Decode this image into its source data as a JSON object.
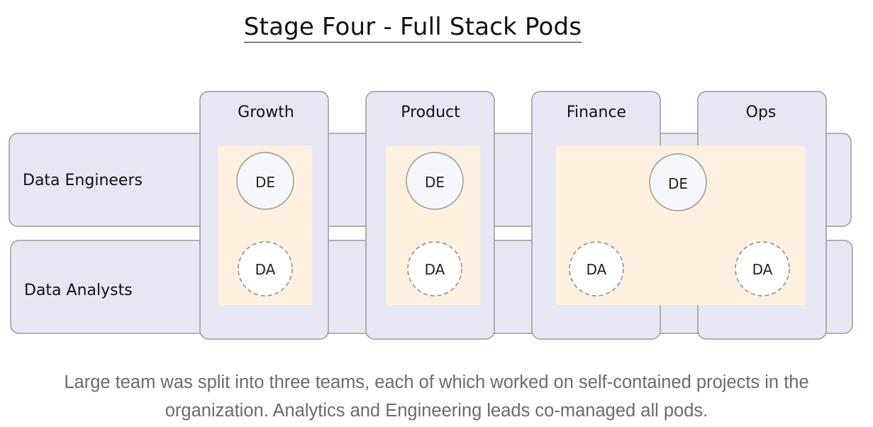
{
  "title": "Stage Four - Full Stack Pods",
  "rows": [
    {
      "id": "engineers",
      "label": "Data Engineers"
    },
    {
      "id": "analysts",
      "label": "Data Analysts"
    }
  ],
  "pods": [
    {
      "id": "growth",
      "label": "Growth"
    },
    {
      "id": "product",
      "label": "Product"
    },
    {
      "id": "finance",
      "label": "Finance"
    },
    {
      "id": "ops",
      "label": "Ops"
    }
  ],
  "role_nodes": {
    "de": "DE",
    "da": "DA"
  },
  "caption": "Large team was split into three teams, each of which worked on self-contained projects in the organization. Analytics and Engineering leads co-managed all pods.",
  "colors": {
    "lane_fill": "#e7e7f4",
    "lane_stroke": "#9a9a9a",
    "team_fill": "#fff0df",
    "node_fill": "#f6f7fc",
    "node_stroke": "#9a9a9a",
    "caption_text": "#6b6b6b"
  }
}
